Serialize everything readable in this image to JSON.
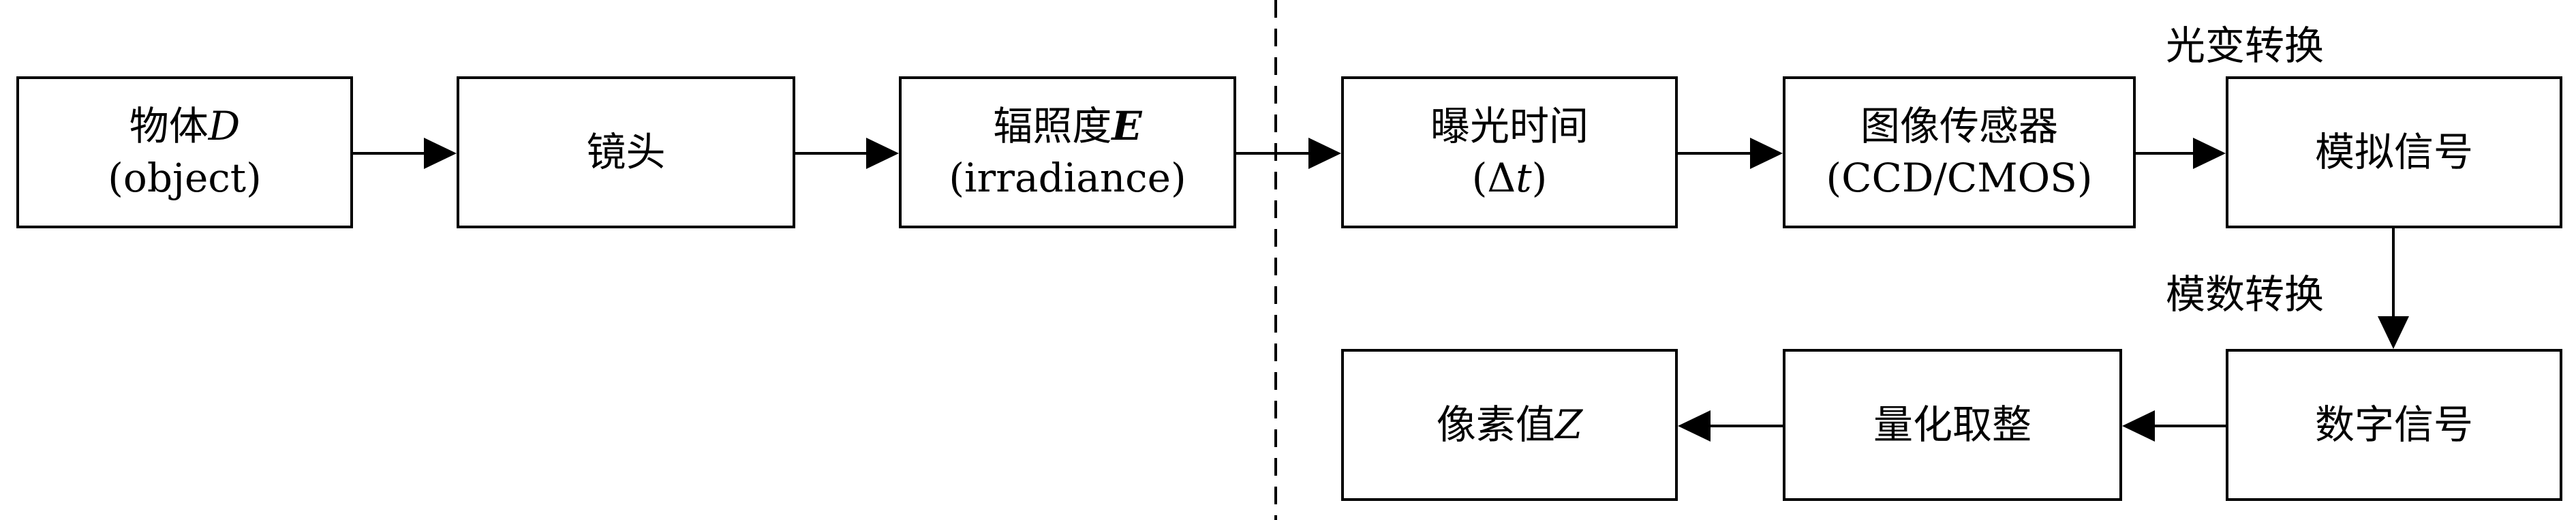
{
  "nodes": {
    "object": {
      "line1": "物体",
      "line1_math": "D",
      "line2": "(object)"
    },
    "lens": {
      "line1": "镜头"
    },
    "irradiance": {
      "line1": "辐照度",
      "line1_math": "E",
      "line2": "(irradiance)"
    },
    "exposure": {
      "line1": "曝光时间",
      "line2_prefix": "(Δ",
      "line2_math": "t",
      "line2_suffix": ")"
    },
    "sensor": {
      "line1": "图像传感器",
      "line2": "(CCD/CMOS)"
    },
    "analog": {
      "line1": "模拟信号"
    },
    "digital": {
      "line1": "数字信号"
    },
    "quantize": {
      "line1": "量化取整"
    },
    "pixel": {
      "line1": "像素值",
      "line1_math": "Z"
    }
  },
  "edge_labels": {
    "photoelectric": "光变转换",
    "adc": "模数转换"
  }
}
